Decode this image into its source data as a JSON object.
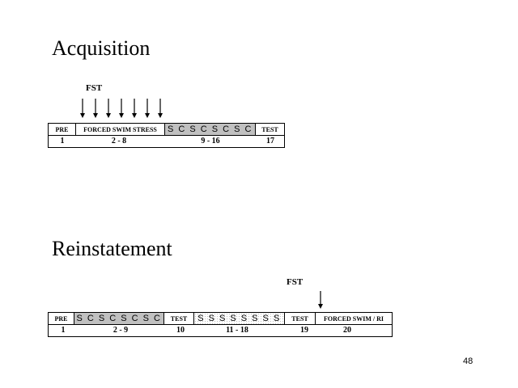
{
  "acquisition": {
    "title": "Acquisition",
    "fst_label": "FST",
    "arrow_count": 7,
    "segments": [
      {
        "text": "PRE",
        "style": "label"
      },
      {
        "text": "FORCED SWIM STRESS",
        "style": "label"
      },
      {
        "text": "S C S C S C S C",
        "style": "shaded"
      },
      {
        "text": "TEST",
        "style": "label"
      }
    ],
    "days": [
      "1",
      "2 - 8",
      "9 - 16",
      "17"
    ]
  },
  "reinstatement": {
    "title": "Reinstatement",
    "fst_label": "FST",
    "arrow_count": 1,
    "segments": [
      {
        "text": "PRE",
        "style": "label"
      },
      {
        "text": "S C S C S C S C",
        "style": "shaded"
      },
      {
        "text": "TEST",
        "style": "label"
      },
      {
        "text": "S S S S S S S S",
        "style": "dotted"
      },
      {
        "text": "TEST",
        "style": "label"
      },
      {
        "text": "FORCED SWIM / RI",
        "style": "label"
      }
    ],
    "days": [
      "1",
      "2 - 9",
      "10",
      "11 - 18",
      "19",
      "20"
    ]
  },
  "page_number": "48"
}
